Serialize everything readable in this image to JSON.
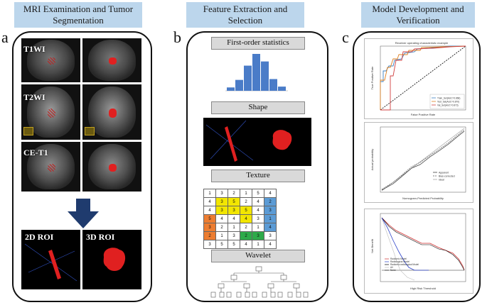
{
  "headers": {
    "a": "MRI Examination and Tumor Segmentation",
    "b": "Feature Extraction and Selection",
    "c": "Model Development and Verification"
  },
  "letters": {
    "a": "a",
    "b": "b",
    "c": "c"
  },
  "panel_a": {
    "sequences": [
      "T1WI",
      "T2WI",
      "CE-T1"
    ],
    "roi_2d": "2D ROI",
    "roi_3d": "3D ROI"
  },
  "panel_b": {
    "sections": [
      "First-order statistics",
      "Shape",
      "Texture",
      "Wavelet"
    ],
    "histogram": [
      4,
      13,
      30,
      44,
      35,
      14,
      5
    ],
    "texture_matrix": [
      [
        1,
        3,
        2,
        1,
        5,
        4
      ],
      [
        4,
        3,
        5,
        2,
        4,
        2
      ],
      [
        4,
        3,
        3,
        5,
        4,
        3
      ],
      [
        5,
        4,
        4,
        4,
        3,
        1
      ],
      [
        3,
        2,
        1,
        2,
        1,
        4
      ],
      [
        2,
        1,
        3,
        2,
        3,
        3
      ],
      [
        3,
        5,
        5,
        4,
        1,
        4
      ]
    ]
  },
  "panel_c": {
    "roc": {
      "title": "Receiver operating characteristic example",
      "xlabel": "False Positive Rate",
      "ylabel": "True Positive Rate",
      "legend": [
        "Train_Set(AUC=0.868)",
        "Test_Set(AUC=0.870)",
        "Val_Set(AUC=0.873)"
      ]
    },
    "calibration": {
      "xlabel": "Nomogram-Predicted Probability",
      "ylabel": "Actual probability",
      "legend": [
        "Apparent",
        "Bias-corrected",
        "Ideal"
      ]
    },
    "dca": {
      "xlabel": "High Risk Threshold",
      "ylabel": "Net Benefit",
      "legend": [
        "Radiomic Model",
        "Radiological Model",
        "Radiomic-radiological Model",
        "All",
        "None"
      ]
    }
  },
  "colors": {
    "header_bg": "#bcd6ec",
    "arrow": "#1f3b6e",
    "tumor": "#e02020"
  }
}
